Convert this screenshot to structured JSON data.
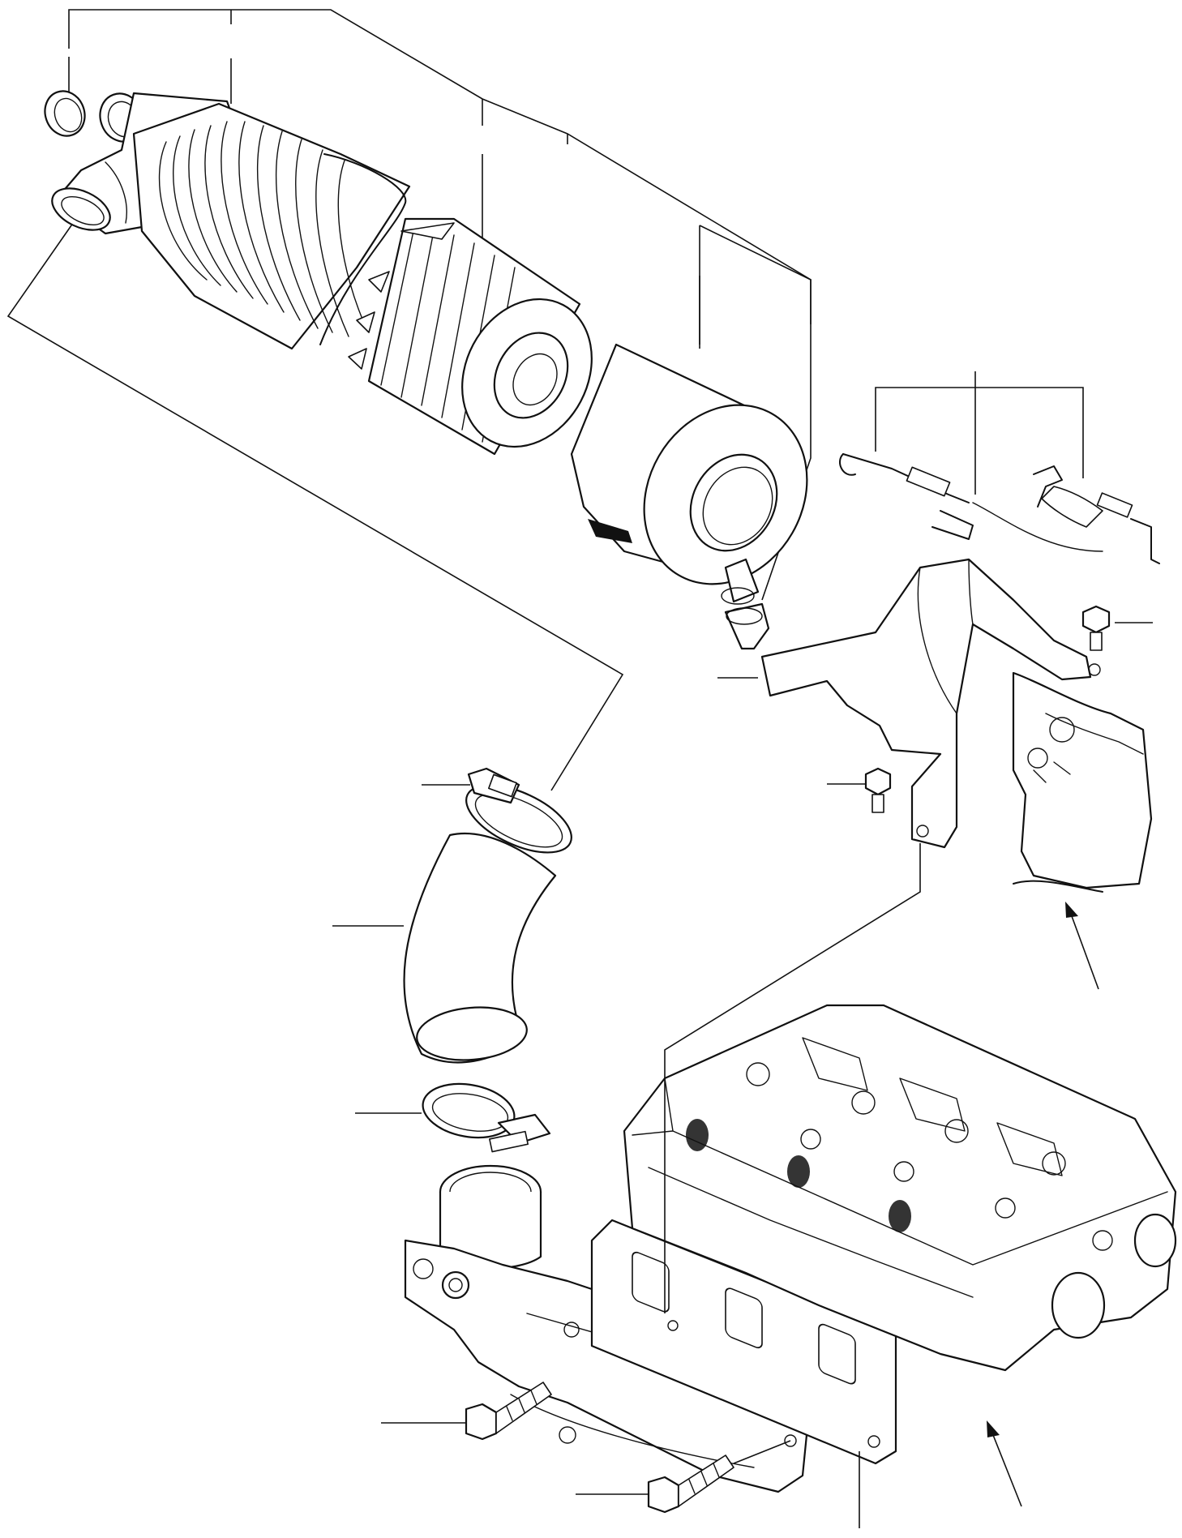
{
  "diagram": {
    "callout_numbers_visible": false,
    "parts": [
      {
        "id": "air-cleaner-assembly",
        "icon": "air-cleaner-icon"
      },
      {
        "id": "intake-adapter-ring",
        "icon": "ring-icon"
      },
      {
        "id": "intake-elbow-duct",
        "icon": "elbow-duct-icon"
      },
      {
        "id": "air-cleaner-housing",
        "icon": "housing-icon"
      },
      {
        "id": "primary-filter-element",
        "icon": "filter-icon"
      },
      {
        "id": "air-cleaner-cover",
        "icon": "cover-icon"
      },
      {
        "id": "dust-evacuator-valve",
        "icon": "valve-icon"
      },
      {
        "id": "retaining-clip-set",
        "icon": "clip-icon"
      },
      {
        "id": "mounting-bracket",
        "icon": "bracket-icon"
      },
      {
        "id": "bracket-bolt",
        "icon": "bolt-icon"
      },
      {
        "id": "hose-clamp",
        "icon": "clamp-icon"
      },
      {
        "id": "intake-hose",
        "icon": "hose-icon"
      },
      {
        "id": "intake-manifold",
        "icon": "manifold-icon"
      },
      {
        "id": "manifold-gasket",
        "icon": "gasket-icon"
      },
      {
        "id": "manifold-bolt",
        "icon": "bolt-icon"
      },
      {
        "id": "cylinder-head",
        "icon": "cylinder-head-icon"
      },
      {
        "id": "rocker-cover",
        "icon": "cover-icon"
      }
    ]
  }
}
